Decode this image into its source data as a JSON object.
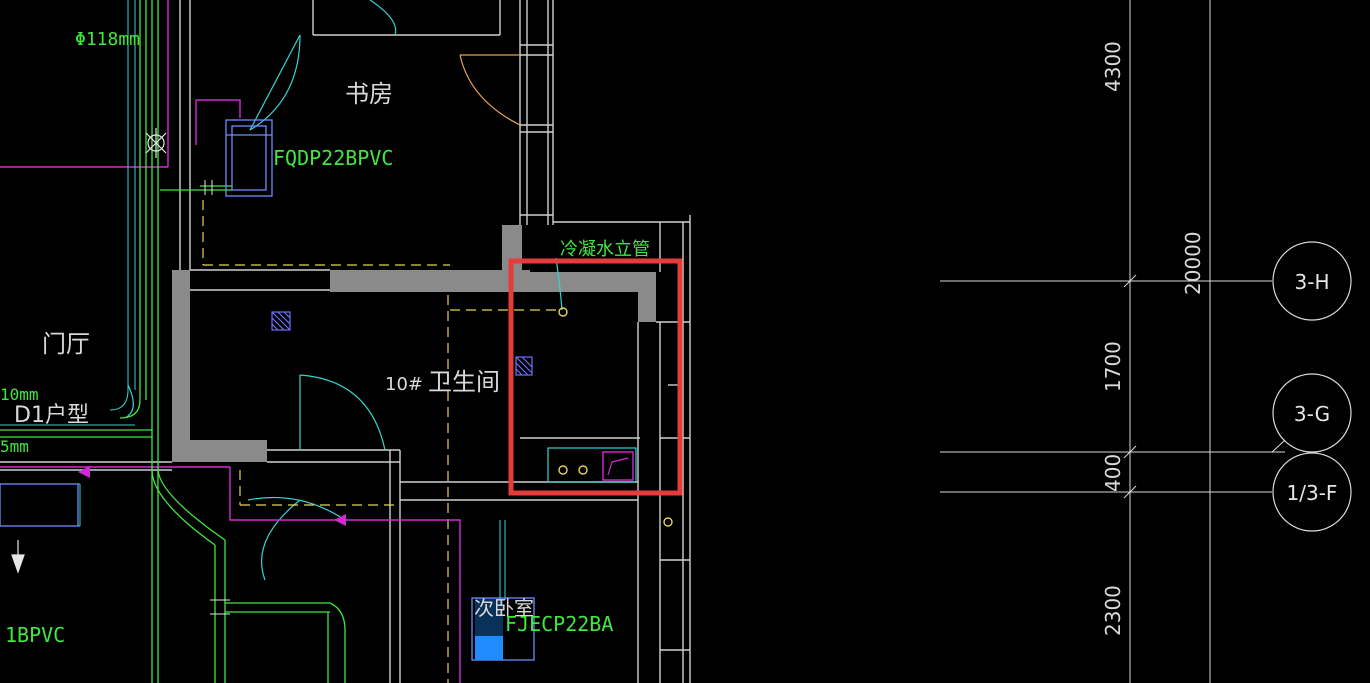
{
  "labels": {
    "diameter": "Φ118mm",
    "study": "书房",
    "pipe_fqdp": "FQDP22BPVC",
    "condensate": "冷凝水立管",
    "hall": "门厅",
    "unit_mm": "10mm",
    "unit_type": "D1户型",
    "mm_left": "5mm",
    "bath_no": "10#",
    "bathroom": "卫生间",
    "bpvc_left": "1BPVC",
    "pipe_fjecp": "FJECP22BA",
    "bedroom": "次卧室"
  },
  "dimensions": [
    "4300",
    "20000",
    "1700",
    "400",
    "2300"
  ],
  "grid_bubbles": [
    "3-H",
    "3-G",
    "1/3-F"
  ],
  "colors": {
    "background": "#000000",
    "wall_fill": "#8a8a8a",
    "cyan": "#35d4d4",
    "yellow": "#e8d25a",
    "magenta": "#d22ad2",
    "green": "#3fe83f",
    "blue_equipment": "#1e8cff",
    "highlight_frame": "#e63b3b",
    "white_line": "#d9d9d9"
  }
}
